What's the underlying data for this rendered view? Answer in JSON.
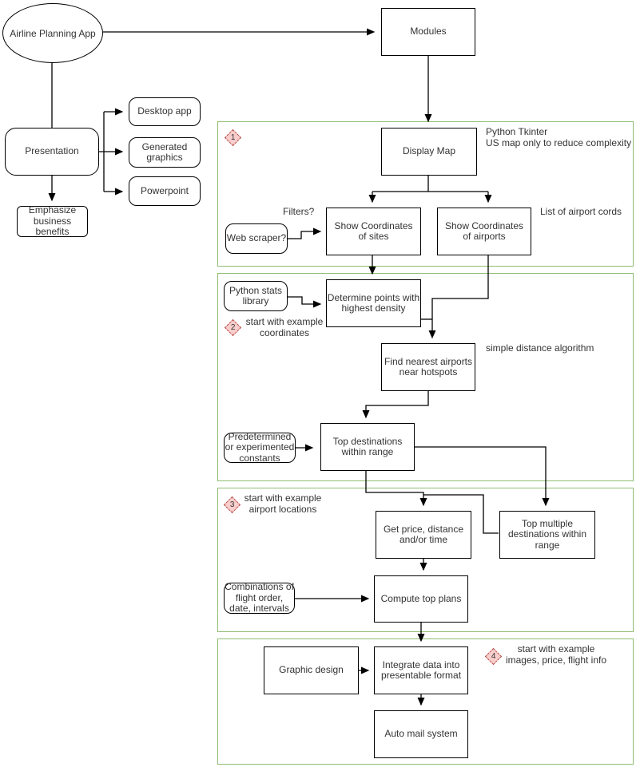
{
  "diagram_title": "Airline Planning App",
  "colors": {
    "section_border": "#8ebd72",
    "diamond_fill": "#f8cecc",
    "diamond_border": "#b85450",
    "node_border": "#000000",
    "node_fill": "#ffffff",
    "text": "#333333"
  },
  "nodes": {
    "airline_planning_app": "Airline Planning App",
    "modules": "Modules",
    "presentation": "Presentation",
    "desktop_app": "Desktop app",
    "generated_graphics": "Generated\ngraphics",
    "powerpoint": "Powerpoint",
    "emphasize": "Emphasize\nbusiness\nbenefits",
    "display_map": "Display Map",
    "show_sites": "Show Coordinates\nof sites",
    "show_airports": "Show Coordinates\nof airports",
    "web_scraper": "Web scraper?",
    "python_stats": "Python stats\nlibrary",
    "determine_points": "Determine points with\nhighest density",
    "find_nearest": "Find nearest airports\nnear hotspots",
    "predetermined": "Predetermined\nor experimented\nconstants",
    "top_destinations": "Top destinations\nwithin range",
    "get_price": "Get price, distance\nand/or time",
    "top_multiple": "Top multiple\ndestinations within\nrange",
    "combinations": "Combinations of\nflight order,\ndate, intervals",
    "compute_plans": "Compute top plans",
    "graphic_design": "Graphic design",
    "integrate_data": "Integrate data into\npresentable format",
    "auto_mail": "Auto mail system"
  },
  "annotations": {
    "tkinter": "Python Tkinter\nUS map only to reduce complexity",
    "filters": "Filters?",
    "airport_cords": "List of airport cords",
    "step2_note": "start with example\ncoordinates",
    "distance_algo": "simple distance algorithm",
    "step3_note": "start with example\nairport locations",
    "step4_note": "start with example\nimages, price, flight info"
  },
  "steps": {
    "d1": "1",
    "d2": "2",
    "d3": "3",
    "d4": "4"
  }
}
